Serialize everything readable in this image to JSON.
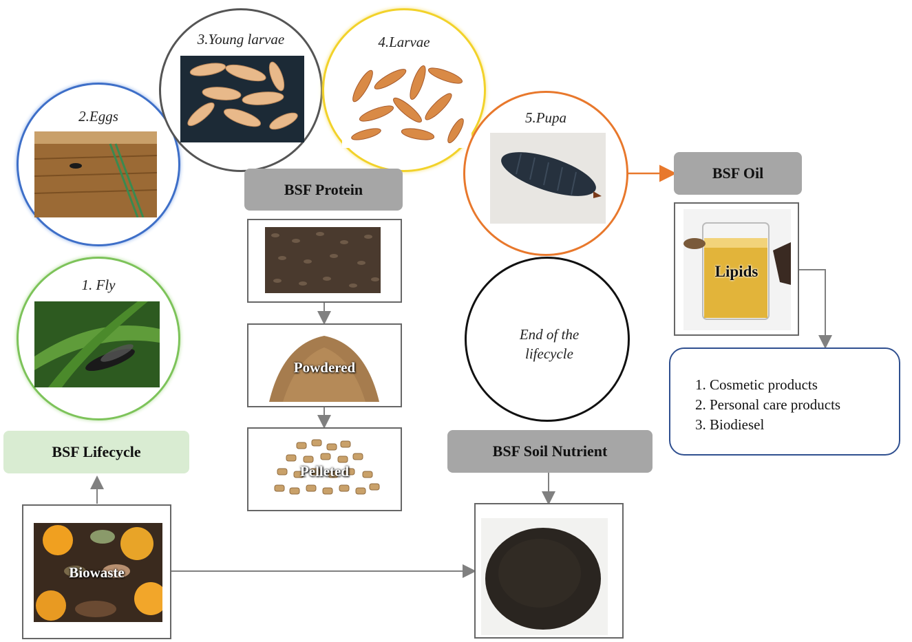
{
  "lifecycle": {
    "fly_label": "1. Fly",
    "eggs_label": "2.Eggs",
    "young_larvae_label": "3.Young larvae",
    "larvae_label": "4.Larvae",
    "pupa_label": "5.Pupa",
    "end_label": "End of the lifecycle",
    "colors": {
      "fly": "#7dc35a",
      "eggs": "#3e6fc8",
      "young_larvae": "#555555",
      "larvae": "#f2d22a",
      "pupa": "#e8782c",
      "end": "#111111"
    }
  },
  "headers": {
    "lifecycle": "BSF Lifecycle",
    "protein": "BSF Protein",
    "oil": "BSF Oil",
    "soil": "BSF Soil Nutrient"
  },
  "protein_forms": {
    "powdered": "Powdered",
    "pelleted": "Pelleted"
  },
  "oil": {
    "lipids": "Lipids",
    "uses": [
      "1. Cosmetic products",
      "2. Personal care products",
      "3. Biodiesel"
    ]
  },
  "biowaste_label": "Biowaste",
  "colors": {
    "arrow_gray": "#808080",
    "arrow_orange": "#e8782c",
    "header_green": "#d9ecd2",
    "header_gray": "#a6a6a6",
    "uses_border": "#2f4f8f"
  }
}
